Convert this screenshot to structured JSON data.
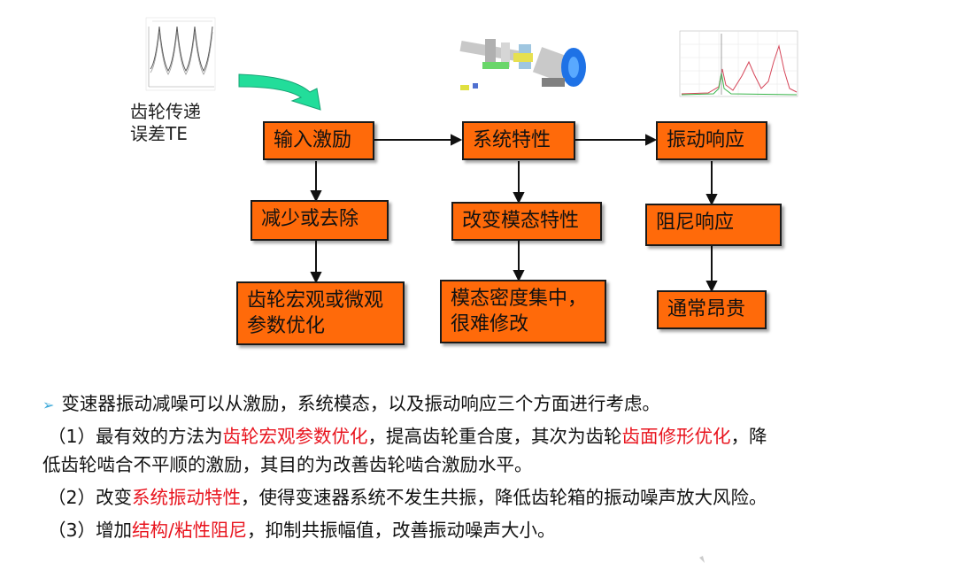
{
  "diagram": {
    "te_label_lines": [
      "齿轮传递",
      "误差TE"
    ],
    "boxes": {
      "input": "输入激励",
      "system": "系统特性",
      "response": "振动响应",
      "reduce": "减少或去除",
      "modal": "改变模态特性",
      "damping": "阻尼响应",
      "gear_opt_lines": [
        "齿轮宏观或微观",
        "参数优化"
      ],
      "modal_dense_lines": [
        "模态密度集中，",
        "很难修改"
      ],
      "expensive": "通常昂贵"
    }
  },
  "text": {
    "intro": "变速器振动减噪可以从激励，系统模态，以及振动响应三个方面进行考虑。",
    "p1_a": "（1）最有效的方法为",
    "p1_red1": "齿轮宏观参数优化",
    "p1_b": "，提高齿轮重合度，其次为齿轮",
    "p1_red2": "齿面修形优化",
    "p1_c": "，降",
    "p1_line2": "低齿轮啮合不平顺的激励，其目的为改善齿轮啮合激励水平。",
    "p2_a": "（2）改变",
    "p2_red": "系统振动特性",
    "p2_b": "，使得变速器系统不发生共振，降低齿轮箱的振动噪声放大风险。",
    "p3_a": "（3）增加",
    "p3_red": "结构/粘性阻尼",
    "p3_b": "，抑制共振幅值，改善振动噪声大小。"
  },
  "colors": {
    "box_fill": "#ff6a0a",
    "accent_red": "#e8141e",
    "arrow_green": "#22dd9a",
    "bullet_blue": "#39a7d8"
  }
}
